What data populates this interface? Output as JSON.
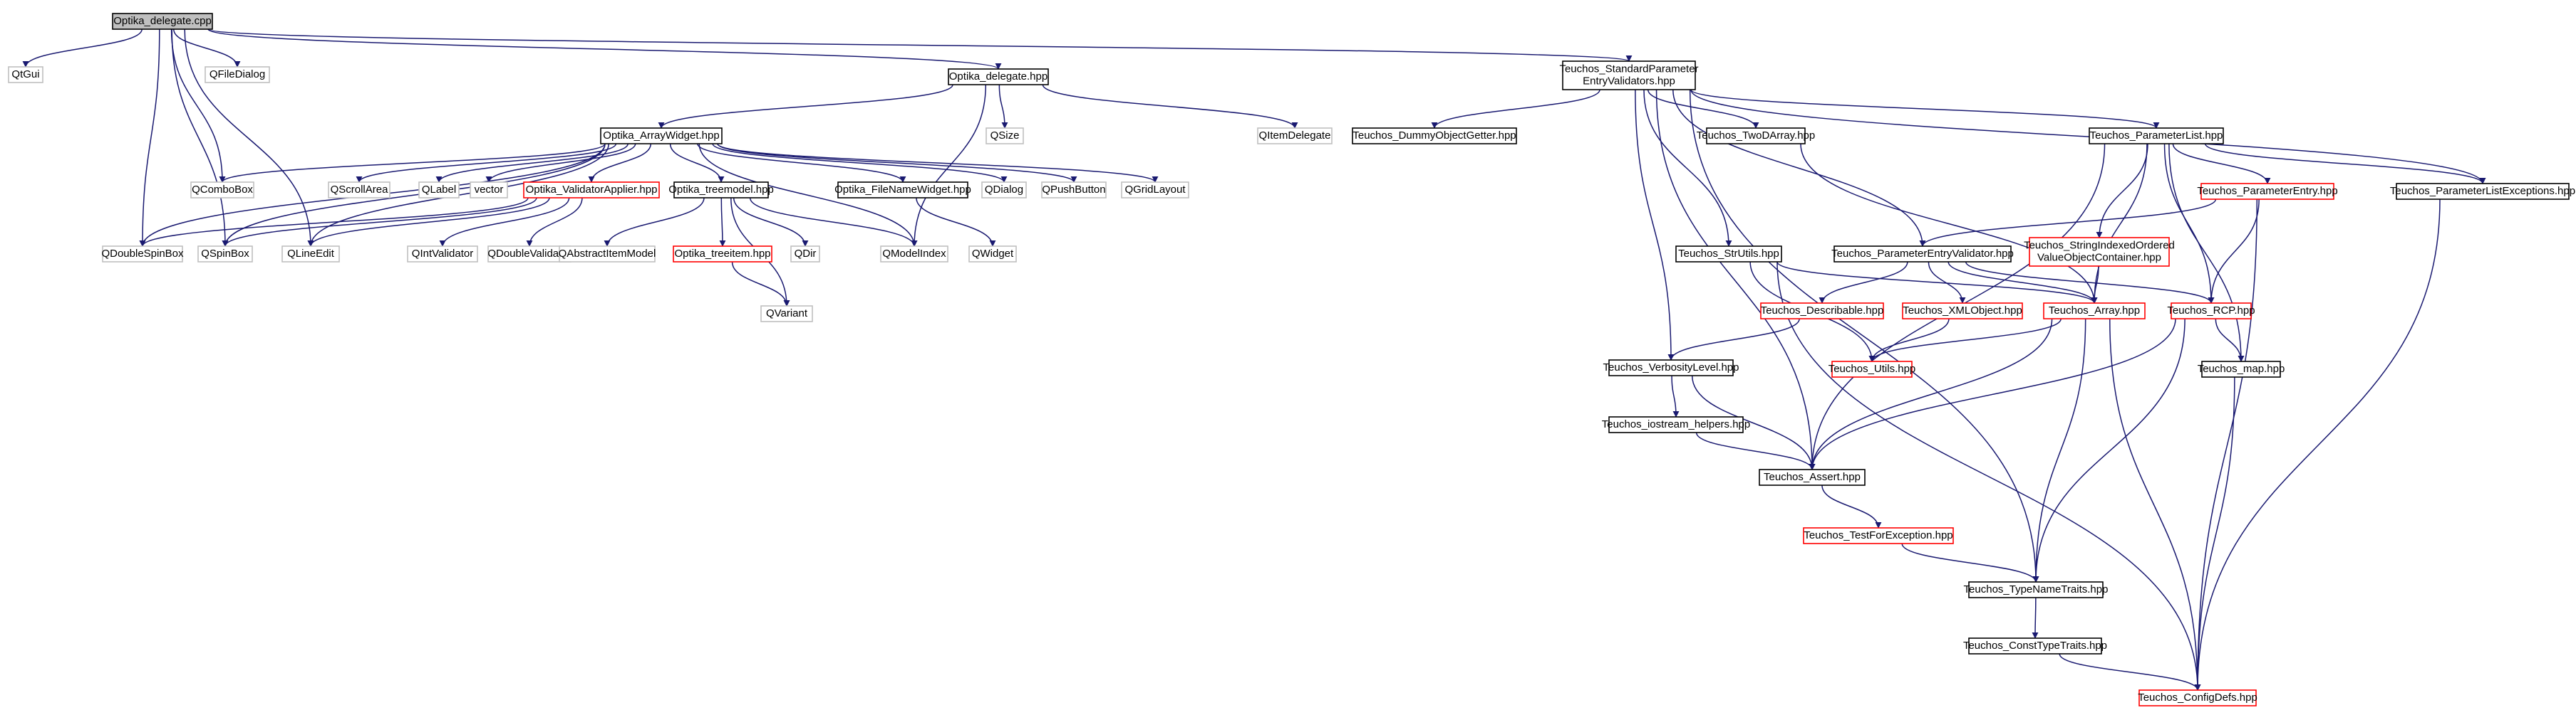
{
  "diagram": {
    "type": "include-dependency-graph",
    "colors": {
      "edge": "#191970",
      "root_fill": "#bfbfbf",
      "root_border": "#000000",
      "documented_border": "#000000",
      "truncated_border": "#ff0000",
      "external_border": "#bfbfbf",
      "node_fill": "#ffffff"
    },
    "nodes": [
      {
        "id": "n0",
        "style": "root",
        "lines": [
          "Optika_delegate.cpp"
        ]
      },
      {
        "id": "n1",
        "style": "external",
        "lines": [
          "QtGui"
        ]
      },
      {
        "id": "n2",
        "style": "external",
        "lines": [
          "QFileDialog"
        ]
      },
      {
        "id": "n3",
        "style": "documented",
        "lines": [
          "Optika_delegate.hpp"
        ]
      },
      {
        "id": "n4",
        "style": "documented",
        "lines": [
          "Teuchos_StandardParameter",
          "EntryValidators.hpp"
        ]
      },
      {
        "id": "n5",
        "style": "external",
        "lines": [
          "QSize"
        ]
      },
      {
        "id": "n6",
        "style": "external",
        "lines": [
          "QItemDelegate"
        ]
      },
      {
        "id": "n7",
        "style": "documented",
        "lines": [
          "Teuchos_DummyObjectGetter.hpp"
        ]
      },
      {
        "id": "n8",
        "style": "documented",
        "lines": [
          "Teuchos_TwoDArray.hpp"
        ]
      },
      {
        "id": "n9",
        "style": "documented",
        "lines": [
          "Teuchos_ParameterList.hpp"
        ]
      },
      {
        "id": "n10",
        "style": "documented",
        "lines": [
          "Optika_ArrayWidget.hpp"
        ]
      },
      {
        "id": "n11",
        "style": "external",
        "lines": [
          "QComboBox"
        ]
      },
      {
        "id": "n12",
        "style": "external",
        "lines": [
          "QScrollArea"
        ]
      },
      {
        "id": "n13",
        "style": "external",
        "lines": [
          "QLabel"
        ]
      },
      {
        "id": "n14",
        "style": "external",
        "lines": [
          "vector"
        ]
      },
      {
        "id": "n15",
        "style": "truncated",
        "lines": [
          "Optika_ValidatorApplier.hpp"
        ]
      },
      {
        "id": "n16",
        "style": "documented",
        "lines": [
          "Optika_treemodel.hpp"
        ]
      },
      {
        "id": "n17",
        "style": "documented",
        "lines": [
          "Optika_FileNameWidget.hpp"
        ]
      },
      {
        "id": "n18",
        "style": "external",
        "lines": [
          "QDialog"
        ]
      },
      {
        "id": "n19",
        "style": "external",
        "lines": [
          "QPushButton"
        ]
      },
      {
        "id": "n20",
        "style": "external",
        "lines": [
          "QGridLayout"
        ]
      },
      {
        "id": "n21",
        "style": "external",
        "lines": [
          "QDoubleSpinBox"
        ]
      },
      {
        "id": "n22",
        "style": "external",
        "lines": [
          "QSpinBox"
        ]
      },
      {
        "id": "n23",
        "style": "external",
        "lines": [
          "QLineEdit"
        ]
      },
      {
        "id": "n24",
        "style": "external",
        "lines": [
          "QIntValidator"
        ]
      },
      {
        "id": "n25",
        "style": "external",
        "lines": [
          "QDoubleValidator"
        ]
      },
      {
        "id": "n26",
        "style": "external",
        "lines": [
          "QAbstractItemModel"
        ]
      },
      {
        "id": "n27",
        "style": "truncated",
        "lines": [
          "Optika_treeitem.hpp"
        ]
      },
      {
        "id": "n28",
        "style": "external",
        "lines": [
          "QDir"
        ]
      },
      {
        "id": "n29",
        "style": "external",
        "lines": [
          "QModelIndex"
        ]
      },
      {
        "id": "n30",
        "style": "external",
        "lines": [
          "QWidget"
        ]
      },
      {
        "id": "n31",
        "style": "external",
        "lines": [
          "QVariant"
        ]
      },
      {
        "id": "n32",
        "style": "truncated",
        "lines": [
          "Teuchos_ParameterEntry.hpp"
        ]
      },
      {
        "id": "n33",
        "style": "documented",
        "lines": [
          "Teuchos_ParameterListExceptions.hpp"
        ]
      },
      {
        "id": "n34",
        "style": "documented",
        "lines": [
          "Teuchos_StrUtils.hpp"
        ]
      },
      {
        "id": "n35",
        "style": "documented",
        "lines": [
          "Teuchos_ParameterEntryValidator.hpp"
        ]
      },
      {
        "id": "n36",
        "style": "truncated",
        "lines": [
          "Teuchos_StringIndexedOrdered",
          "ValueObjectContainer.hpp"
        ]
      },
      {
        "id": "n37",
        "style": "truncated",
        "lines": [
          "Teuchos_Describable.hpp"
        ]
      },
      {
        "id": "n38",
        "style": "truncated",
        "lines": [
          "Teuchos_XMLObject.hpp"
        ]
      },
      {
        "id": "n39",
        "style": "truncated",
        "lines": [
          "Teuchos_Array.hpp"
        ]
      },
      {
        "id": "n40",
        "style": "truncated",
        "lines": [
          "Teuchos_RCP.hpp"
        ]
      },
      {
        "id": "n41",
        "style": "documented",
        "lines": [
          "Teuchos_VerbosityLevel.hpp"
        ]
      },
      {
        "id": "n42",
        "style": "truncated",
        "lines": [
          "Teuchos_Utils.hpp"
        ]
      },
      {
        "id": "n43",
        "style": "documented",
        "lines": [
          "Teuchos_map.hpp"
        ]
      },
      {
        "id": "n44",
        "style": "documented",
        "lines": [
          "Teuchos_iostream_helpers.hpp"
        ]
      },
      {
        "id": "n45",
        "style": "documented",
        "lines": [
          "Teuchos_Assert.hpp"
        ]
      },
      {
        "id": "n46",
        "style": "truncated",
        "lines": [
          "Teuchos_TestForException.hpp"
        ]
      },
      {
        "id": "n47",
        "style": "documented",
        "lines": [
          "Teuchos_TypeNameTraits.hpp"
        ]
      },
      {
        "id": "n48",
        "style": "documented",
        "lines": [
          "Teuchos_ConstTypeTraits.hpp"
        ]
      },
      {
        "id": "n49",
        "style": "truncated",
        "lines": [
          "Teuchos_ConfigDefs.hpp"
        ]
      }
    ],
    "edges": [
      [
        "n0",
        "n1"
      ],
      [
        "n0",
        "n2"
      ],
      [
        "n0",
        "n3"
      ],
      [
        "n0",
        "n4"
      ],
      [
        "n0",
        "n11"
      ],
      [
        "n0",
        "n21"
      ],
      [
        "n0",
        "n22"
      ],
      [
        "n0",
        "n23"
      ],
      [
        "n3",
        "n5"
      ],
      [
        "n3",
        "n6"
      ],
      [
        "n3",
        "n10"
      ],
      [
        "n3",
        "n29"
      ],
      [
        "n4",
        "n7"
      ],
      [
        "n4",
        "n8"
      ],
      [
        "n4",
        "n9"
      ],
      [
        "n4",
        "n33"
      ],
      [
        "n4",
        "n34"
      ],
      [
        "n4",
        "n35"
      ],
      [
        "n4",
        "n41"
      ],
      [
        "n4",
        "n45"
      ],
      [
        "n4",
        "n47"
      ],
      [
        "n10",
        "n11"
      ],
      [
        "n10",
        "n12"
      ],
      [
        "n10",
        "n13"
      ],
      [
        "n10",
        "n14"
      ],
      [
        "n10",
        "n15"
      ],
      [
        "n10",
        "n16"
      ],
      [
        "n10",
        "n17"
      ],
      [
        "n10",
        "n18"
      ],
      [
        "n10",
        "n19"
      ],
      [
        "n10",
        "n20"
      ],
      [
        "n10",
        "n21"
      ],
      [
        "n10",
        "n22"
      ],
      [
        "n10",
        "n23"
      ],
      [
        "n10",
        "n29"
      ],
      [
        "n15",
        "n21"
      ],
      [
        "n15",
        "n22"
      ],
      [
        "n15",
        "n23"
      ],
      [
        "n15",
        "n24"
      ],
      [
        "n15",
        "n25"
      ],
      [
        "n16",
        "n26"
      ],
      [
        "n16",
        "n27"
      ],
      [
        "n16",
        "n28"
      ],
      [
        "n16",
        "n29"
      ],
      [
        "n16",
        "n31"
      ],
      [
        "n17",
        "n30"
      ],
      [
        "n27",
        "n31"
      ],
      [
        "n9",
        "n32"
      ],
      [
        "n9",
        "n33"
      ],
      [
        "n9",
        "n36"
      ],
      [
        "n9",
        "n39"
      ],
      [
        "n9",
        "n40"
      ],
      [
        "n9",
        "n43"
      ],
      [
        "n9",
        "n45"
      ],
      [
        "n8",
        "n39"
      ],
      [
        "n32",
        "n35"
      ],
      [
        "n32",
        "n40"
      ],
      [
        "n32",
        "n49"
      ],
      [
        "n33",
        "n49"
      ],
      [
        "n34",
        "n39"
      ],
      [
        "n34",
        "n42"
      ],
      [
        "n34",
        "n49"
      ],
      [
        "n35",
        "n37"
      ],
      [
        "n35",
        "n38"
      ],
      [
        "n35",
        "n39"
      ],
      [
        "n35",
        "n40"
      ],
      [
        "n36",
        "n39"
      ],
      [
        "n37",
        "n41"
      ],
      [
        "n38",
        "n42"
      ],
      [
        "n39",
        "n42"
      ],
      [
        "n39",
        "n45"
      ],
      [
        "n39",
        "n47"
      ],
      [
        "n39",
        "n49"
      ],
      [
        "n40",
        "n43"
      ],
      [
        "n40",
        "n45"
      ],
      [
        "n40",
        "n47"
      ],
      [
        "n41",
        "n44"
      ],
      [
        "n41",
        "n45"
      ],
      [
        "n43",
        "n49"
      ],
      [
        "n44",
        "n45"
      ],
      [
        "n45",
        "n46"
      ],
      [
        "n46",
        "n47"
      ],
      [
        "n47",
        "n48"
      ],
      [
        "n48",
        "n49"
      ]
    ]
  }
}
